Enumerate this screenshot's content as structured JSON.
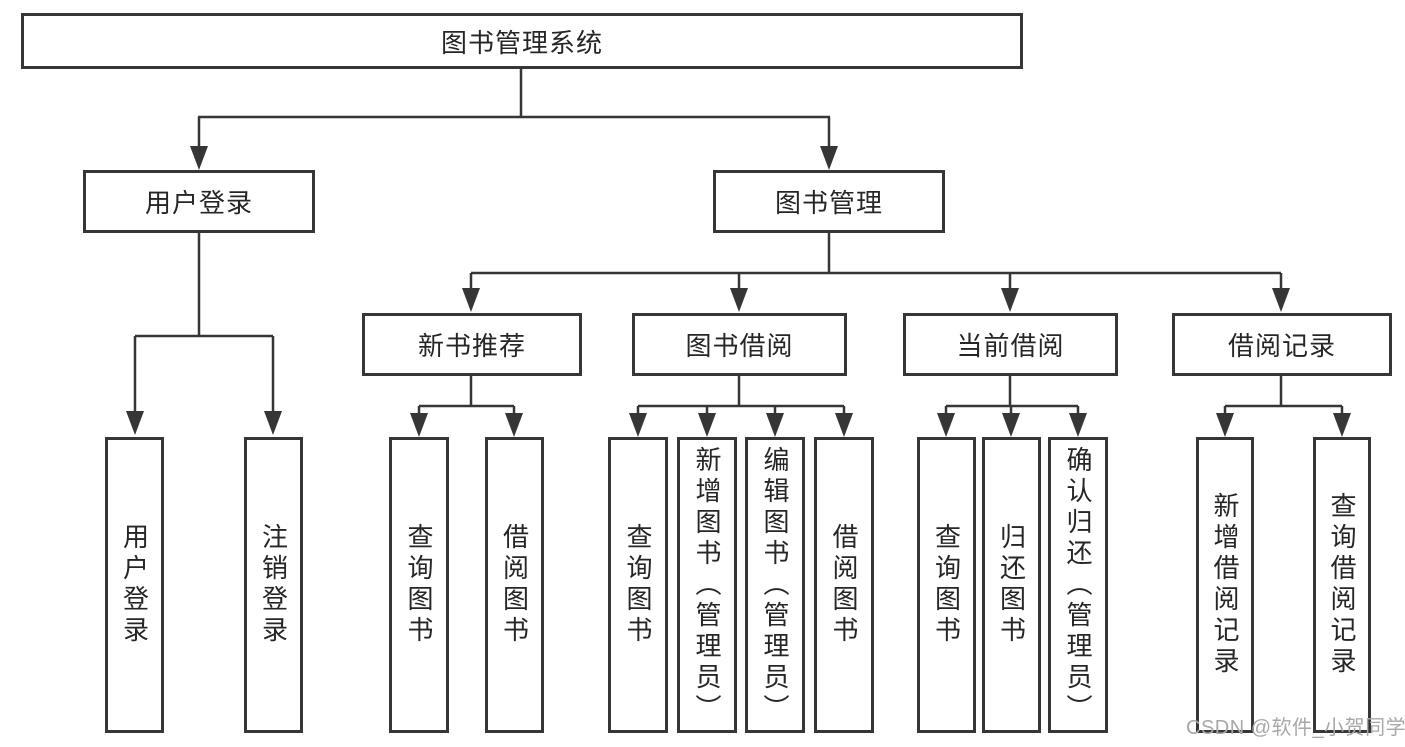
{
  "diagram_type": "hierarchy-tree",
  "tree": {
    "label": "图书管理系统",
    "children": [
      {
        "label": "用户登录",
        "children": [
          {
            "label": "用户登录"
          },
          {
            "label": "注销登录"
          }
        ]
      },
      {
        "label": "图书管理",
        "children": [
          {
            "label": "新书推荐",
            "children": [
              {
                "label": "查询图书"
              },
              {
                "label": "借阅图书"
              }
            ]
          },
          {
            "label": "图书借阅",
            "children": [
              {
                "label": "查询图书"
              },
              {
                "label": "新增图书（管理员）"
              },
              {
                "label": "编辑图书（管理员）"
              },
              {
                "label": "借阅图书"
              }
            ]
          },
          {
            "label": "当前借阅",
            "children": [
              {
                "label": "查询图书"
              },
              {
                "label": "归还图书"
              },
              {
                "label": "确认归还（管理员）"
              }
            ]
          },
          {
            "label": "借阅记录",
            "children": [
              {
                "label": "新增借阅记录"
              },
              {
                "label": "查询借阅记录"
              }
            ]
          }
        ]
      }
    ]
  },
  "watermark": "CSDN @软件_小贺同学",
  "colors": {
    "line": "#363636",
    "box_border": "#363636",
    "text": "#262626",
    "watermark": "#a8a8a8",
    "background": "#ffffff"
  }
}
